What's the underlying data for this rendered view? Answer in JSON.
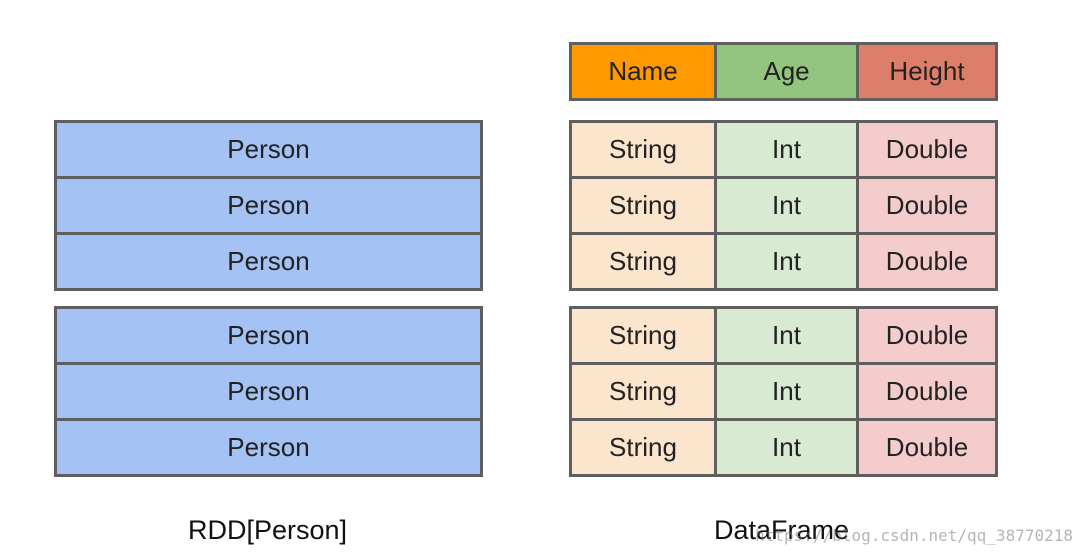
{
  "rdd": {
    "caption": "RDD[Person]",
    "partitions": [
      [
        "Person",
        "Person",
        "Person"
      ],
      [
        "Person",
        "Person",
        "Person"
      ]
    ]
  },
  "dataframe": {
    "caption": "DataFrame",
    "header": [
      "Name",
      "Age",
      "Height"
    ],
    "partitions": [
      [
        [
          "String",
          "Int",
          "Double"
        ],
        [
          "String",
          "Int",
          "Double"
        ],
        [
          "String",
          "Int",
          "Double"
        ]
      ],
      [
        [
          "String",
          "Int",
          "Double"
        ],
        [
          "String",
          "Int",
          "Double"
        ],
        [
          "String",
          "Int",
          "Double"
        ]
      ]
    ]
  },
  "watermark": "https://blog.csdn.net/qq_38770218",
  "colors": {
    "person": "#a4c2f4",
    "name_header": "#ff9900",
    "age_header": "#93c47d",
    "height_header": "#dd7e6b",
    "string_cell": "#fce5cd",
    "int_cell": "#d9ead3",
    "double_cell": "#f4cccc",
    "border": "#5f5f5f"
  }
}
